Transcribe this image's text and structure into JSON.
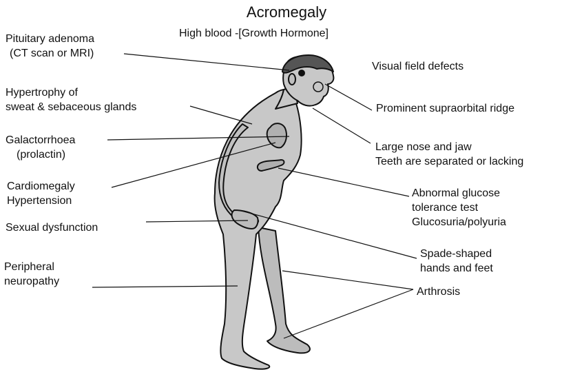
{
  "title": "Acromegaly",
  "subtitle": "High blood -[Growth Hormone]",
  "labels": {
    "pituitary": [
      "Pituitary adenoma",
      "(CT scan or MRI)"
    ],
    "hypertrophy": [
      "Hypertrophy of",
      "sweat & sebaceous glands"
    ],
    "galactorrhoea": [
      "Galactorrhoea",
      "(prolactin)"
    ],
    "cardiomegaly": [
      "Cardiomegaly",
      "Hypertension"
    ],
    "sexual": [
      "Sexual dysfunction"
    ],
    "neuropathy": [
      "Peripheral",
      "neuropathy"
    ],
    "visual": [
      "Visual field defects"
    ],
    "supraorbital": [
      "Prominent supraorbital ridge"
    ],
    "nose_jaw": [
      "Large nose and jaw",
      "Teeth are separated or lacking"
    ],
    "glucose": [
      "Abnormal glucose",
      "tolerance test",
      "Glucosuria/polyuria"
    ],
    "spade": [
      "Spade-shaped",
      "hands and feet"
    ],
    "arthrosis": [
      "Arthrosis"
    ]
  },
  "colors": {
    "skin": "#c8c8c8",
    "hair": "#555555",
    "outline": "#111111",
    "organ": "#b0b0b0"
  }
}
